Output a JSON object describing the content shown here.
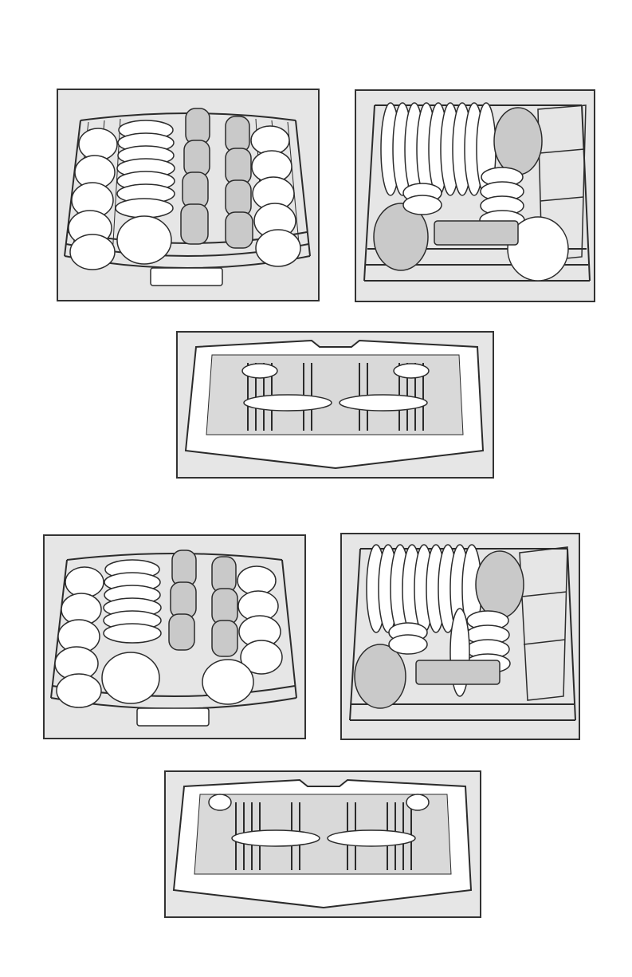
{
  "illustrations": [
    {
      "name": "load-set-1-upper-rack"
    },
    {
      "name": "load-set-1-lower-rack"
    },
    {
      "name": "load-set-1-cutlery-tray"
    },
    {
      "name": "load-set-2-upper-rack"
    },
    {
      "name": "load-set-2-lower-rack"
    },
    {
      "name": "load-set-2-cutlery-tray"
    }
  ],
  "colors": {
    "panel_bg": "#e6e6e6",
    "panel_border": "#333333",
    "line": "#2b2b2b",
    "dish_fill": "#ffffff",
    "glass_fill": "#c9c9c9",
    "glass_dark": "#8e8e8e"
  }
}
